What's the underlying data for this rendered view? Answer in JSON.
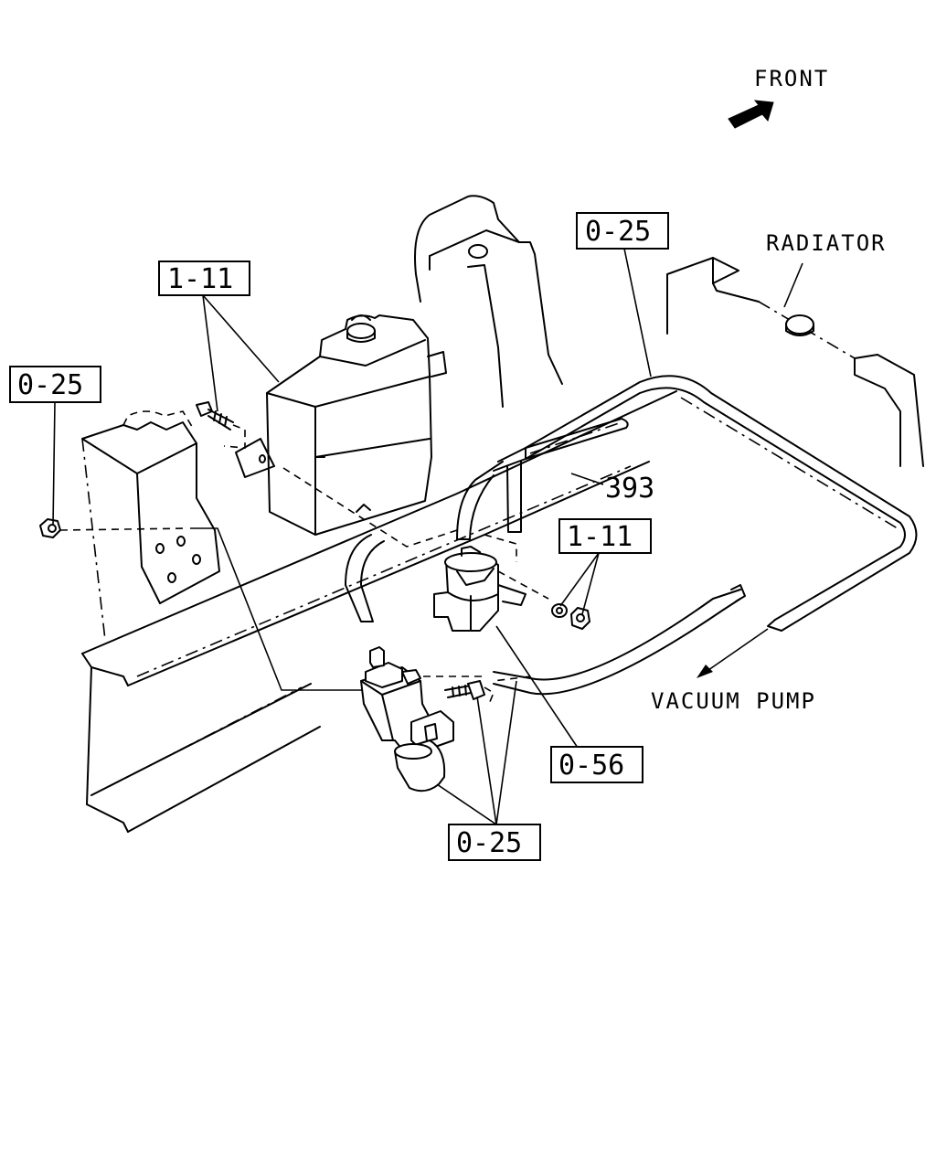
{
  "callouts": {
    "c_0_25_top": "0-25",
    "c_1_11_left": "1-11",
    "c_0_25_left": "0-25",
    "c_1_11_right": "1-11",
    "c_0_56": "0-56",
    "c_0_25_bottom": "0-25",
    "part_393": "393"
  },
  "labels": {
    "front": "FRONT",
    "radiator": "RADIATOR",
    "vacuum_pump": "VACUUM PUMP"
  }
}
